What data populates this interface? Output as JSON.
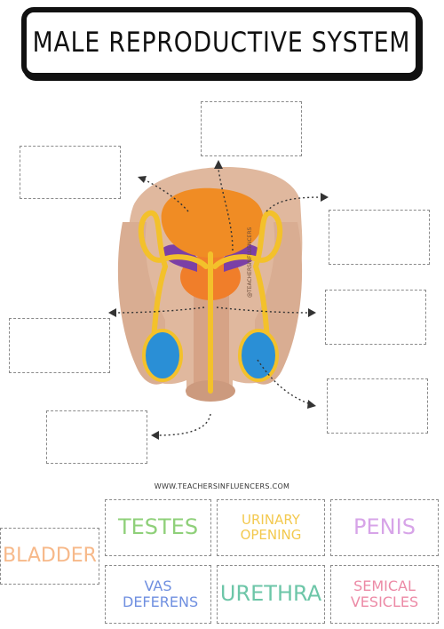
{
  "title": "MALE REPRODUCTIVE SYSTEM",
  "credit": "WWW.TEACHERSINFLUENCERS.COM",
  "watermark": "@TEACHERSINFLUENCERS",
  "answer_blanks": [
    "",
    "",
    "",
    "",
    "",
    "",
    ""
  ],
  "word_bank": [
    {
      "text": "TESTES",
      "color": "#8fd07a"
    },
    {
      "text": "URINARY OPENING",
      "color": "#f3c94f"
    },
    {
      "text": "PENIS",
      "color": "#d7a4e8"
    },
    {
      "text": "BLADDER",
      "color": "#f7b98a"
    },
    {
      "text": "VAS DEFERENS",
      "color": "#6f8fe0"
    },
    {
      "text": "URETHRA",
      "color": "#6dc6a8"
    },
    {
      "text": "SEMICAL VESICLES",
      "color": "#ec8aa6"
    }
  ]
}
